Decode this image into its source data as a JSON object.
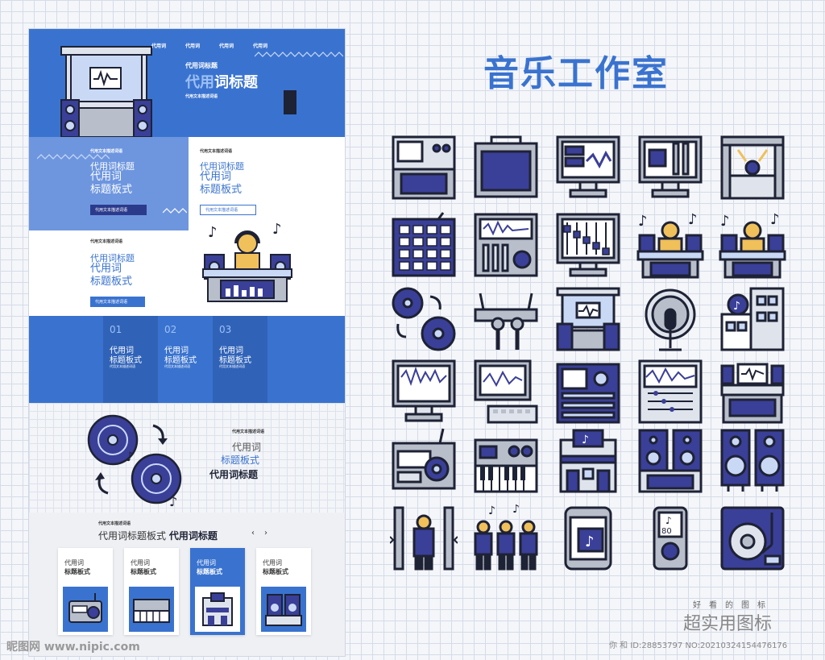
{
  "title": "音乐工作室",
  "mockup": {
    "nav": [
      "代用词",
      "代用词",
      "代用词",
      "代用词"
    ],
    "hero": {
      "small": "代用词标题",
      "big_a": "代用",
      "big_b": "词标题",
      "desc": "代用文本描述词语"
    },
    "section2_left": {
      "desc": "代用文本描述词语",
      "line1": "代用词标题",
      "line2": "代用词",
      "line3": "标题板式",
      "btn": "代用文本描述词语"
    },
    "section2_right": {
      "desc": "代用文本描述词语",
      "line1": "代用词标题",
      "line2": "代用词",
      "line3": "标题板式",
      "btn": "代用文本描述词语"
    },
    "section3": {
      "desc": "代用文本描述词语",
      "line1": "代用词标题",
      "line2": "代用词",
      "line3": "标题板式",
      "btn": "代用文本描述词语"
    },
    "steps": [
      {
        "num": "01",
        "a": "代用词",
        "b": "标题板式",
        "c": "代用文本描述词语"
      },
      {
        "num": "02",
        "a": "代用词",
        "b": "标题板式",
        "c": "代用文本描述词语"
      },
      {
        "num": "03",
        "a": "代用词",
        "b": "标题板式",
        "c": "代用文本描述词语"
      }
    ],
    "section5": {
      "desc": "代用文本描述词语",
      "line1": "代用词",
      "line2": "标题板式",
      "line3": "代用词标题"
    },
    "section6": {
      "desc": "代用文本描述词语",
      "text_a": "代用词标题板式",
      "text_b": "代用词标题",
      "prev": "‹",
      "next": "›"
    },
    "cards": [
      {
        "a": "代用词",
        "b": "标题板式",
        "icon": "radio-icon"
      },
      {
        "a": "代用词",
        "b": "标题板式",
        "icon": "synth-icon"
      },
      {
        "a": "代用词",
        "b": "标题板式",
        "icon": "studio-building-icon"
      },
      {
        "a": "代用词",
        "b": "标题板式",
        "icon": "speaker-rack-icon"
      }
    ]
  },
  "icons": [
    "mixer-console-icon",
    "guitar-amp-icon",
    "monitor-waveform-icon",
    "monitor-volume-icon",
    "stage-lighting-icon",
    "drum-pad-icon",
    "audio-interface-icon",
    "monitor-equalizer-icon",
    "dj-booth-icon",
    "dj-booth-icon-2",
    "vinyl-swap-icon",
    "router-microphones-icon",
    "studio-speakers-icon",
    "microphone-pop-filter-icon",
    "music-building-icon",
    "monitor-oscilloscope-icon",
    "computer-keyboard-icon",
    "audio-tablet-icon",
    "audio-editor-icon",
    "mixing-desk-icon",
    "radio-icon",
    "synthesizer-icon",
    "studio-building-icon",
    "speaker-rack-icon",
    "speaker-pair-icon",
    "soundproof-booth-icon",
    "choir-icon",
    "smartphone-music-icon",
    "music-player-icon",
    "turntable-icon"
  ],
  "footer": {
    "small": "好看的图标",
    "big": "超实用图标",
    "bottom": "你 和 ID:28853797 NO:20210324154476176"
  },
  "watermark": "昵图网 www.nipic.com",
  "colors": {
    "accent": "#3a73cf",
    "navy": "#2c3a8c",
    "dark": "#1e2235",
    "gray": "#b9bfca"
  }
}
